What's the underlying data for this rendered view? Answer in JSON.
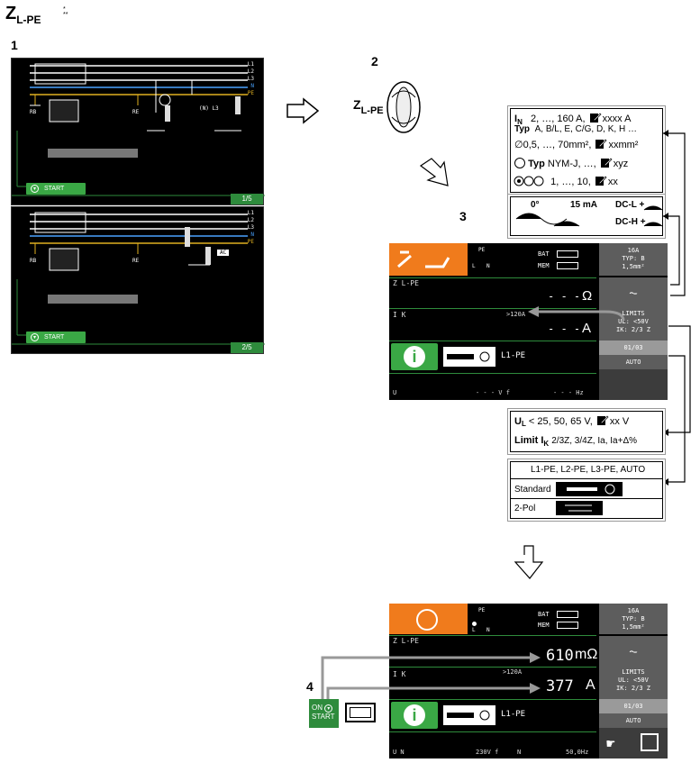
{
  "header": {
    "symbol": "Z",
    "subscript": "L-PE",
    "stars": "*\n**"
  },
  "steps": {
    "s1": "1",
    "s2": "2",
    "s3": "3",
    "s4": "4"
  },
  "left_screens": [
    {
      "conductors": [
        "L1",
        "L2",
        "L3",
        "N",
        "PE"
      ],
      "labels": {
        "rb": "RB",
        "re": "RE",
        "nl3": "(N) L3"
      },
      "start_label": "START",
      "page": "1/5"
    },
    {
      "conductors": [
        "L1",
        "L2",
        "L3",
        "N",
        "PE"
      ],
      "labels": {
        "rb": "RB",
        "re": "RE",
        "ac": "AC"
      },
      "start_label": "START",
      "page": "2/5"
    }
  ],
  "rotary": {
    "symbol": "Z",
    "subscript": "L-PE"
  },
  "box_in": {
    "in_label": "I",
    "in_sub": "N",
    "in_values": "2, …, 160 A,",
    "in_custom": "xxxx A",
    "typ_label": "Typ",
    "typ_values": "A, B/L, E, C/G, D, K, H …",
    "area_values": "∅0,5, …, 70mm²,",
    "area_custom": "xxmm²",
    "cable_typ": "Typ",
    "cable_values": "NYM-J, …,",
    "cable_custom": "xyz",
    "count_values": "1, …, 10,",
    "count_custom": "xx"
  },
  "box_wave": {
    "deg": "0°",
    "ma": "15 mA",
    "dcl": "DC-L +",
    "dch": "DC-H +"
  },
  "device_top": {
    "pe": "PE",
    "l": "L",
    "n": "N",
    "bat": "BAT",
    "mem": "MEM",
    "side1": [
      "16A",
      "TYP: B",
      "1,5mm²"
    ],
    "zlpe": "Z L-PE",
    "z_value": "- - -",
    "z_unit": "Ω",
    "ik": "I K",
    "ik_limit": ">120A",
    "ik_value": "- - -",
    "ik_unit": "A",
    "limits": [
      "LIMITS",
      "UL:     <50V",
      "IK: 2/3 Z"
    ],
    "mode": "L1-PE",
    "counter": "01/03",
    "auto": "AUTO",
    "foot_u": "U",
    "foot_v": "- - - V  f",
    "foot_hz": "- - -  Hz"
  },
  "box_ul": {
    "ul_label": "U",
    "ul_sub": "L",
    "ul_values": "< 25, 50, 65 V,",
    "ul_custom": "xx V",
    "limit_label": "Limit I",
    "limit_sub": "K",
    "limit_values": "2/3Z, 3/4Z, Ia, Ia+Δ%"
  },
  "box_modes": {
    "title": "L1-PE, L2-PE, L3-PE, AUTO",
    "standard": "Standard",
    "twopol": "2-Pol"
  },
  "device_bottom": {
    "pe": "PE",
    "l": "L",
    "n": "N",
    "bat": "BAT",
    "mem": "MEM",
    "side1": [
      "16A",
      "TYP: B",
      "1,5mm²"
    ],
    "zlpe": "Z L-PE",
    "z_value": "610",
    "z_unit": "mΩ",
    "ik": "I K",
    "ik_limit": ">120A",
    "ik_value": "377",
    "ik_unit": "A",
    "limits": [
      "LIMITS",
      "UL:     <50V",
      "IK: 2/3 Z"
    ],
    "mode": "L1-PE",
    "counter": "01/03",
    "auto": "AUTO",
    "foot_u": "U N",
    "foot_v": "230V  f",
    "foot_n": "N",
    "foot_hz": "50,0Hz"
  },
  "start_key": {
    "on": "ON",
    "start": "START"
  },
  "colors": {
    "green": "#3aa845",
    "orange": "#f07b1c",
    "grey": "#5d5d5d"
  }
}
